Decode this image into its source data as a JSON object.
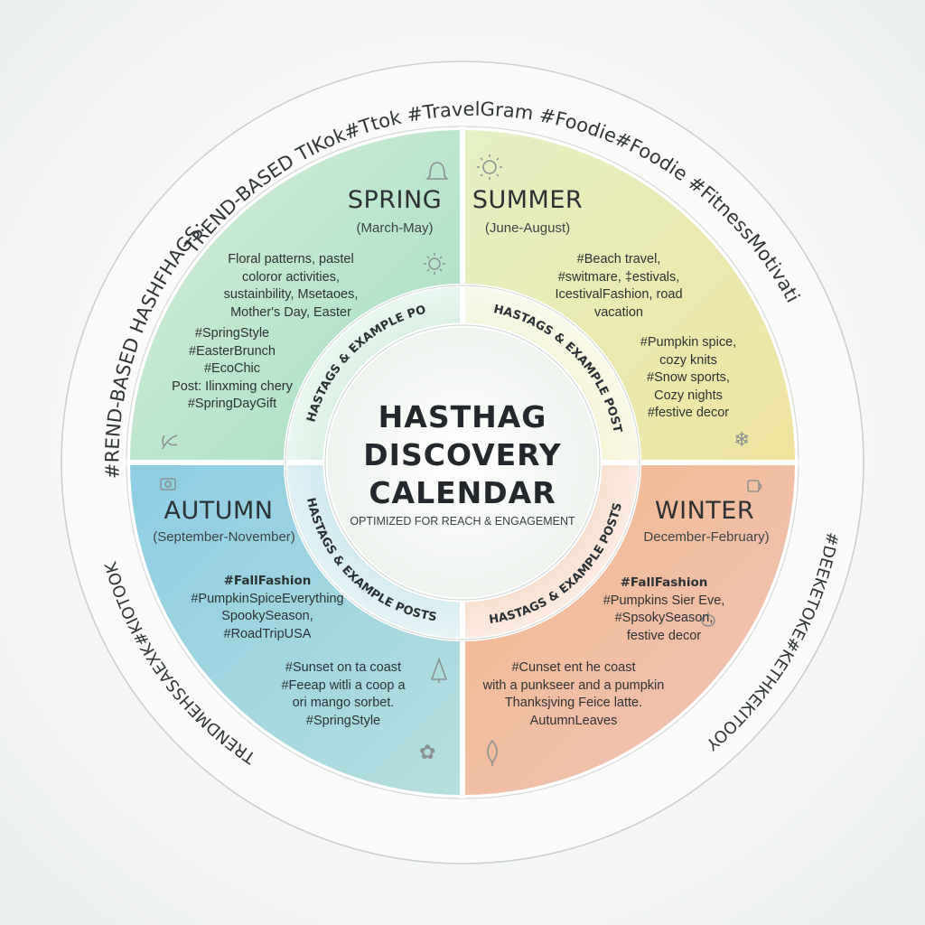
{
  "center": {
    "title_lines": [
      "HASTHAG",
      "DISCOVERY",
      "CALENDAR"
    ],
    "subtitle": "OPTIMIZED FOR REACH & ENGAGEMENT"
  },
  "ring_label": "HASTAGS & EXAMPLE POSTS",
  "outer_ring": {
    "top": "TREND-BASED TIKok#Ttok #TravelGram #Foodie#Foodie #FitnessMotivation #DchTuesday",
    "left": "#REND-BASED HASHFHAGS:",
    "bottom_left": "TRENDMEHSSAEXK#KIOTOOK",
    "bottom_right": "#DEEKETOKE#KETHKEKITOOY"
  },
  "seasons": {
    "spring": {
      "name": "SPRING",
      "range": "(March-May)",
      "description": [
        "Floral patterns, pastel",
        "coloror activities,",
        "sustainbility, Msetaoes,",
        "Mother's Day, Easter"
      ],
      "hashtags": [
        "#SpringStyle",
        "#EasterBrunch",
        "#EcoChic",
        "Post: Ilinxming chery",
        "#SpringDayGift"
      ],
      "color": "#bfe3cc"
    },
    "summer": {
      "name": "SUMMER",
      "range": "(June-August)",
      "description": [
        "#Beach travel,",
        "#switmare, ‡estivals,",
        "IcestivalFashion, road",
        "vacation"
      ],
      "hashtags": [
        "#Pumpkin spice,",
        "cozy knits",
        "#Snow sports,",
        "Cozy nights",
        "#festive decor"
      ],
      "color": "#eaedb8"
    },
    "autumn": {
      "name": "AUTUMN",
      "range": "(September-November)",
      "hashtags": [
        "#FallFashion",
        "#PumpkinSpiceEverything",
        "SpookySeason,",
        "#RoadTripUSA"
      ],
      "posts": [
        "#Sunset on ta coast",
        "#Feeap witli a coop a",
        "ori mango sorbet.",
        "#SpringStyle"
      ],
      "color": "#a9d6e2"
    },
    "winter": {
      "name": "WINTER",
      "range": "December-February)",
      "hashtags": [
        "#FallFashion",
        "#Pumpkins Sier Eve,",
        "#SpsokySeason,",
        "festive decor"
      ],
      "posts": [
        "#Cunset ent he coast",
        "with a punkseer and a pumpkin",
        "Thanksjving Feice latte.",
        "AutumnLeaves"
      ],
      "color": "#f0c6a6"
    }
  },
  "icons": {
    "spring": [
      "bell-icon",
      "sun-icon",
      "flower-icon"
    ],
    "summer": [
      "sun-icon",
      "snowflake-icon"
    ],
    "autumn": [
      "camera-icon",
      "tree-icon",
      "flowers-icon"
    ],
    "winter": [
      "mug-icon",
      "pumpkin-icon",
      "leaf-icon"
    ]
  }
}
